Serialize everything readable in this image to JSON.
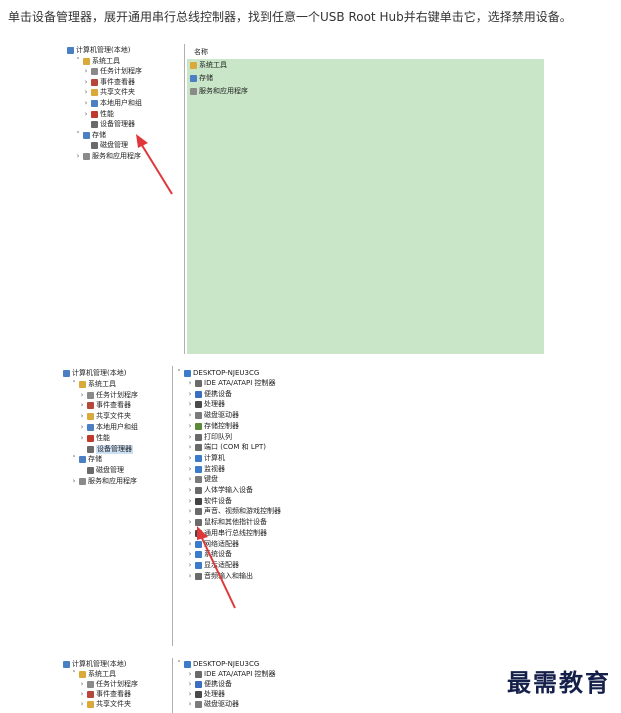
{
  "caption": "单击设备管理器，展开通用串行总线控制器，找到任意一个USB Root Hub并右键单击它，选择禁用设备。",
  "watermark": "最需教育",
  "colors": {
    "green_panel": "#c9e6c9",
    "arrow": "#e0383a",
    "divider": "#b0b0b0"
  },
  "tree": {
    "root": "计算机管理(本地)",
    "system_tools": "系统工具",
    "task_scheduler": "任务计划程序",
    "event_viewer": "事件查看器",
    "shared_folders": "共享文件夹",
    "local_users": "本地用户和组",
    "performance": "性能",
    "device_manager": "设备管理器",
    "storage": "存储",
    "disk_mgmt": "磁盘管理",
    "services": "服务和应用程序"
  },
  "shot1_right": {
    "header": "名称",
    "items": [
      "系统工具",
      "存储",
      "服务和应用程序"
    ]
  },
  "devices": {
    "computer": "DESKTOP-NJEU3CG",
    "list": [
      {
        "label": "IDE ATA/ATAPI 控制器",
        "icon": "ide-controller-icon",
        "color": "#6a6a6a"
      },
      {
        "label": "便携设备",
        "icon": "portable-device-icon",
        "color": "#3a6fbf"
      },
      {
        "label": "处理器",
        "icon": "processor-icon",
        "color": "#4a4a4a"
      },
      {
        "label": "磁盘驱动器",
        "icon": "disk-drive-icon",
        "color": "#7a7a7a"
      },
      {
        "label": "存储控制器",
        "icon": "storage-controller-icon",
        "color": "#5c8a3a"
      },
      {
        "label": "打印队列",
        "icon": "printer-icon",
        "color": "#6a6a6a"
      },
      {
        "label": "端口 (COM 和 LPT)",
        "icon": "port-icon",
        "color": "#6a6a6a"
      },
      {
        "label": "计算机",
        "icon": "computer-icon",
        "color": "#3a7cc9"
      },
      {
        "label": "监视器",
        "icon": "monitor-icon",
        "color": "#3a7cc9"
      },
      {
        "label": "键盘",
        "icon": "keyboard-icon",
        "color": "#7a7a7a"
      },
      {
        "label": "人体学输入设备",
        "icon": "hid-icon",
        "color": "#6a6a6a"
      },
      {
        "label": "软件设备",
        "icon": "software-device-icon",
        "color": "#444"
      },
      {
        "label": "声音、视频和游戏控制器",
        "icon": "sound-icon",
        "color": "#6a6a6a"
      },
      {
        "label": "鼠标和其他指针设备",
        "icon": "mouse-icon",
        "color": "#6a6a6a"
      },
      {
        "label": "通用串行总线控制器",
        "icon": "usb-icon",
        "color": "#444"
      },
      {
        "label": "网络适配器",
        "icon": "network-icon",
        "color": "#3a7cc9"
      },
      {
        "label": "系统设备",
        "icon": "system-device-icon",
        "color": "#3a7cc9"
      },
      {
        "label": "显示适配器",
        "icon": "display-adapter-icon",
        "color": "#3a7cc9"
      },
      {
        "label": "音频输入和输出",
        "icon": "audio-io-icon",
        "color": "#6a6a6a"
      }
    ],
    "list_partial": [
      {
        "label": "IDE ATA/ATAPI 控制器",
        "icon": "ide-controller-icon",
        "color": "#6a6a6a"
      },
      {
        "label": "便携设备",
        "icon": "portable-device-icon",
        "color": "#3a6fbf"
      },
      {
        "label": "处理器",
        "icon": "processor-icon",
        "color": "#4a4a4a"
      },
      {
        "label": "磁盘驱动器",
        "icon": "disk-drive-icon",
        "color": "#7a7a7a"
      }
    ]
  },
  "tree_icon_colors": {
    "root": "#4b7fc4",
    "system_tools": "#d9a93a",
    "task_scheduler": "#8a8a8a",
    "event_viewer": "#b5483a",
    "shared_folders": "#d9a93a",
    "local_users": "#4b7fc4",
    "performance": "#c0392b",
    "device_manager": "#6a6a6a",
    "storage": "#4b7fc4",
    "disk_mgmt": "#6a6a6a",
    "services": "#8a8a8a"
  }
}
